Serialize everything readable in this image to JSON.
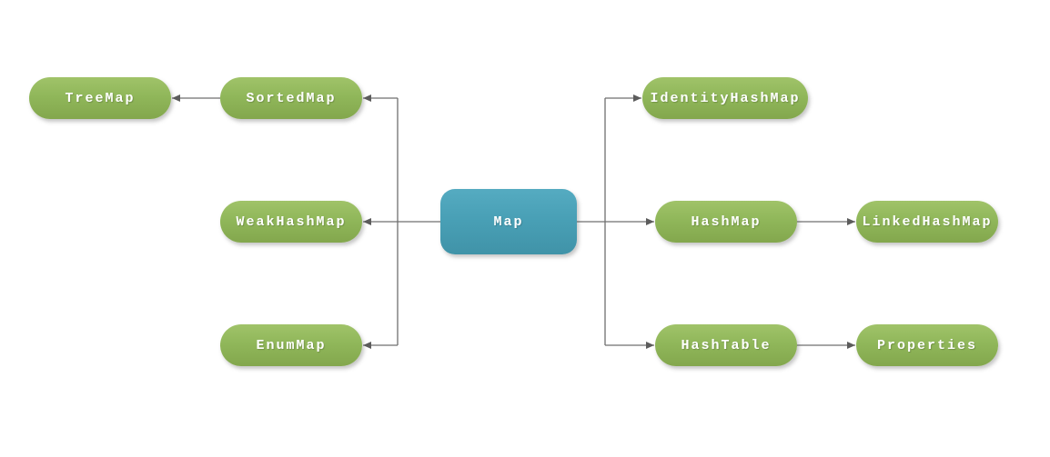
{
  "diagram": {
    "type": "hierarchy-flowchart",
    "nodes": {
      "map": {
        "label": "Map",
        "shape": "rounded-rect",
        "fill": "#49a0b6"
      },
      "tree_map": {
        "label": "TreeMap",
        "shape": "pill",
        "fill": "#90b75a"
      },
      "sorted_map": {
        "label": "SortedMap",
        "shape": "pill",
        "fill": "#90b75a"
      },
      "weak_hash_map": {
        "label": "WeakHashMap",
        "shape": "pill",
        "fill": "#90b75a"
      },
      "enum_map": {
        "label": "EnumMap",
        "shape": "pill",
        "fill": "#90b75a"
      },
      "identity_hash_map": {
        "label": "IdentityHashMap",
        "shape": "pill",
        "fill": "#90b75a"
      },
      "hash_map": {
        "label": "HashMap",
        "shape": "pill",
        "fill": "#90b75a"
      },
      "linked_hash_map": {
        "label": "LinkedHashMap",
        "shape": "pill",
        "fill": "#90b75a"
      },
      "hash_table": {
        "label": "HashTable",
        "shape": "pill",
        "fill": "#90b75a"
      },
      "properties": {
        "label": "Properties",
        "shape": "pill",
        "fill": "#90b75a"
      }
    },
    "edges": [
      {
        "from": "map",
        "to": "sorted_map"
      },
      {
        "from": "map",
        "to": "weak_hash_map"
      },
      {
        "from": "map",
        "to": "enum_map"
      },
      {
        "from": "sorted_map",
        "to": "tree_map"
      },
      {
        "from": "map",
        "to": "identity_hash_map"
      },
      {
        "from": "map",
        "to": "hash_map"
      },
      {
        "from": "map",
        "to": "hash_table"
      },
      {
        "from": "hash_map",
        "to": "linked_hash_map"
      },
      {
        "from": "hash_table",
        "to": "properties"
      }
    ],
    "colors": {
      "background": "#ffffff",
      "green_node_top": "#a0c369",
      "green_node_bottom": "#83a74d",
      "blue_node_top": "#55abc1",
      "blue_node_bottom": "#4093a8",
      "connector_line": "#6f6f6f",
      "arrowhead": "#5c5c5c",
      "node_text": "#ffffff"
    }
  }
}
